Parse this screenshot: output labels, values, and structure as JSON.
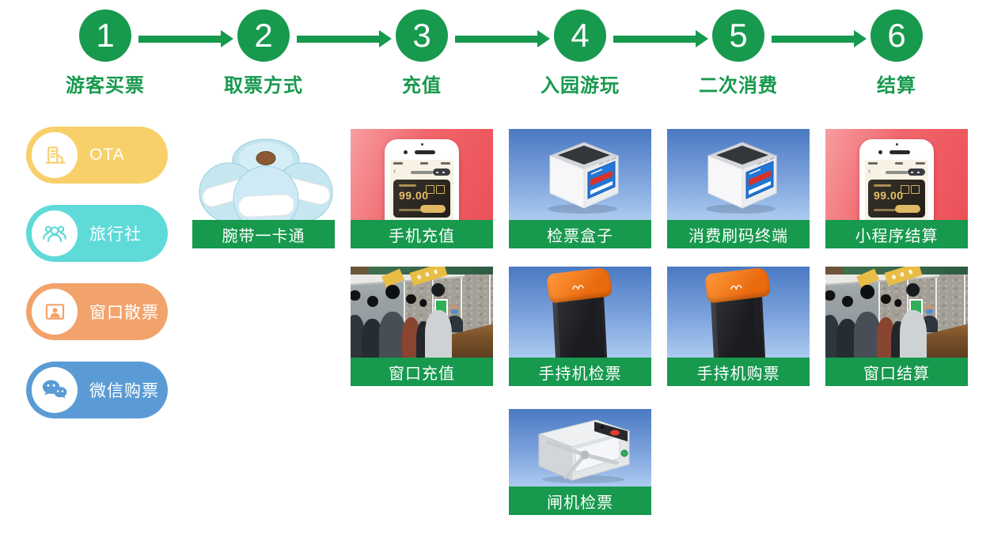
{
  "steps": [
    {
      "num": "1",
      "label": "游客买票"
    },
    {
      "num": "2",
      "label": "取票方式"
    },
    {
      "num": "3",
      "label": "充值"
    },
    {
      "num": "4",
      "label": "入园游玩"
    },
    {
      "num": "5",
      "label": "二次消费"
    },
    {
      "num": "6",
      "label": "结算"
    }
  ],
  "channels": [
    {
      "label": "OTA",
      "color": "#F8D06A",
      "icon": "building-icon"
    },
    {
      "label": "旅行社",
      "color": "#5EDAD8",
      "icon": "people-group-icon"
    },
    {
      "label": "窗口散票",
      "color": "#F2A36B",
      "icon": "window-ticket-icon"
    },
    {
      "label": "微信购票",
      "color": "#5B9BD5",
      "icon": "wechat-icon"
    }
  ],
  "cards": [
    {
      "caption": "腕带一卡通",
      "illustration": "wristband-rolls"
    },
    {
      "caption": "手机充值",
      "illustration": "phone-app"
    },
    {
      "caption": "检票盒子",
      "illustration": "scanner-box"
    },
    {
      "caption": "消费刷码终端",
      "illustration": "scanner-box"
    },
    {
      "caption": "小程序结算",
      "illustration": "phone-app"
    },
    {
      "caption": "窗口充值",
      "illustration": "counter-photo"
    },
    {
      "caption": "手持机检票",
      "illustration": "handheld-pos"
    },
    {
      "caption": "手持机购票",
      "illustration": "handheld-pos"
    },
    {
      "caption": "窗口结算",
      "illustration": "counter-photo"
    },
    {
      "caption": "闸机检票",
      "illustration": "turnstile-gate"
    }
  ],
  "phone": {
    "balance": "99.00"
  },
  "colors": {
    "accent_green": "#17994E",
    "pill_ota": "#F8D06A",
    "pill_travel_agency": "#5EDAD8",
    "pill_window": "#F2A36B",
    "pill_wechat": "#5B9BD5",
    "phone_card_bg_red": "#EC5057",
    "device_bg_blue_top": "#4A79C2",
    "device_bg_blue_bottom": "#ACCBEF"
  }
}
